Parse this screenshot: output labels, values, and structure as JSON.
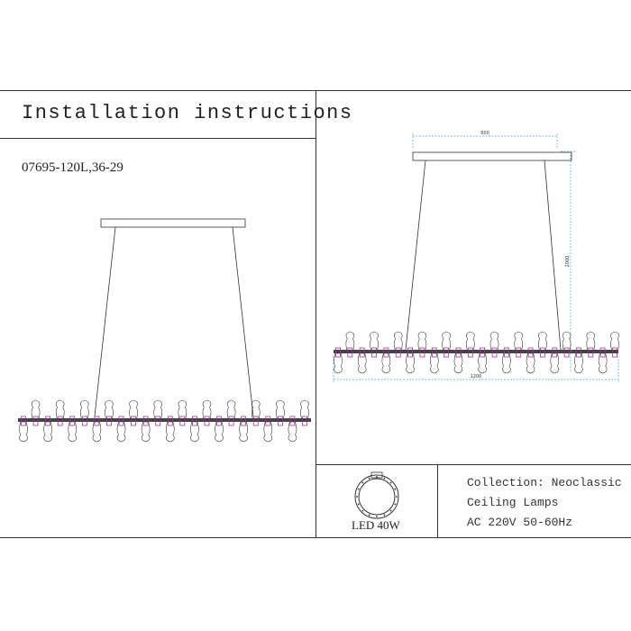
{
  "header": {
    "title": "Installation instructions",
    "model": "07695-120L,36-29"
  },
  "dimensions": {
    "canopy_width": "600",
    "height": "2000",
    "length": "1200"
  },
  "light_source": {
    "label": "LED 40W"
  },
  "specs": {
    "collection": "Collection: Neoclassic",
    "type": "Ceiling Lamps",
    "power": "AC 220V   50-60Hz"
  },
  "colors": {
    "line": "#333333",
    "dimension": "#4a9fd8",
    "accent": "#a030a0"
  }
}
